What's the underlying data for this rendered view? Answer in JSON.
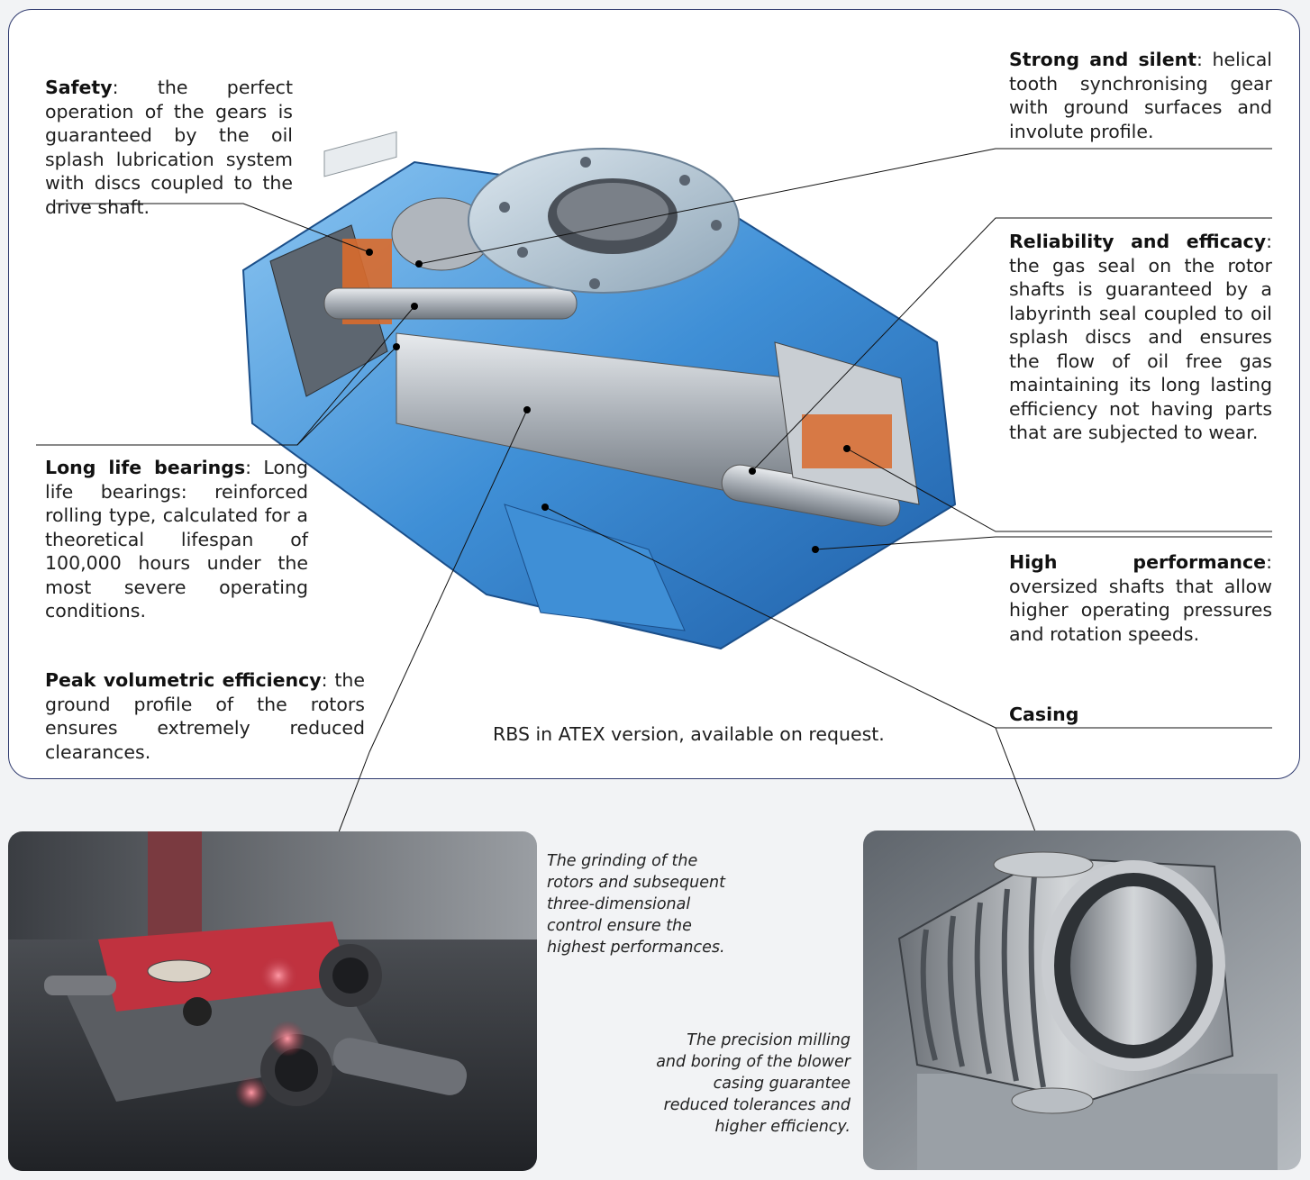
{
  "callouts": {
    "safety": {
      "title": "Safety",
      "text": ": the perfect operation of the gears is guaranteed by the oil splash lubrication system with discs coupled to the drive shaft."
    },
    "strong": {
      "title": "Strong and silent",
      "text": ": helical tooth synchronising gear with ground surfaces and involute profile."
    },
    "reliability": {
      "title": "Reliability and efficacy",
      "text": ": the gas seal on the rotor shafts is guaranteed by a labyrinth seal coupled to oil splash discs and ensures the flow of oil free gas maintaining its long lasting efficiency not having parts that are subjected to wear."
    },
    "bearings": {
      "title": "Long life bearings",
      "text": ": Long life bearings: reinforced rolling type, calculated for a theoretical lifespan of 100,000 hours under the most severe operating conditions."
    },
    "performance": {
      "title": "High performance",
      "text": ": oversized shafts that allow higher operating pressures and rotation speeds."
    },
    "peak": {
      "title": "Peak volumetric efficiency",
      "text": ": the ground profile of the rotors ensures extremely reduced clearances."
    },
    "casing": {
      "title": "Casing"
    }
  },
  "atex_note": "RBS in ATEX version, available on request.",
  "captions": {
    "grinding": "The grinding of the rotors and subsequent three-dimensional control ensure the highest performances.",
    "milling": "The precision milling and boring of the blower casing guarantee reduced tolerances and higher efficiency."
  },
  "colors": {
    "border": "#2f3a6e",
    "casing_blue": "#3f8fd6",
    "copper": "#d96a2b",
    "steel": "#b9bec4"
  }
}
